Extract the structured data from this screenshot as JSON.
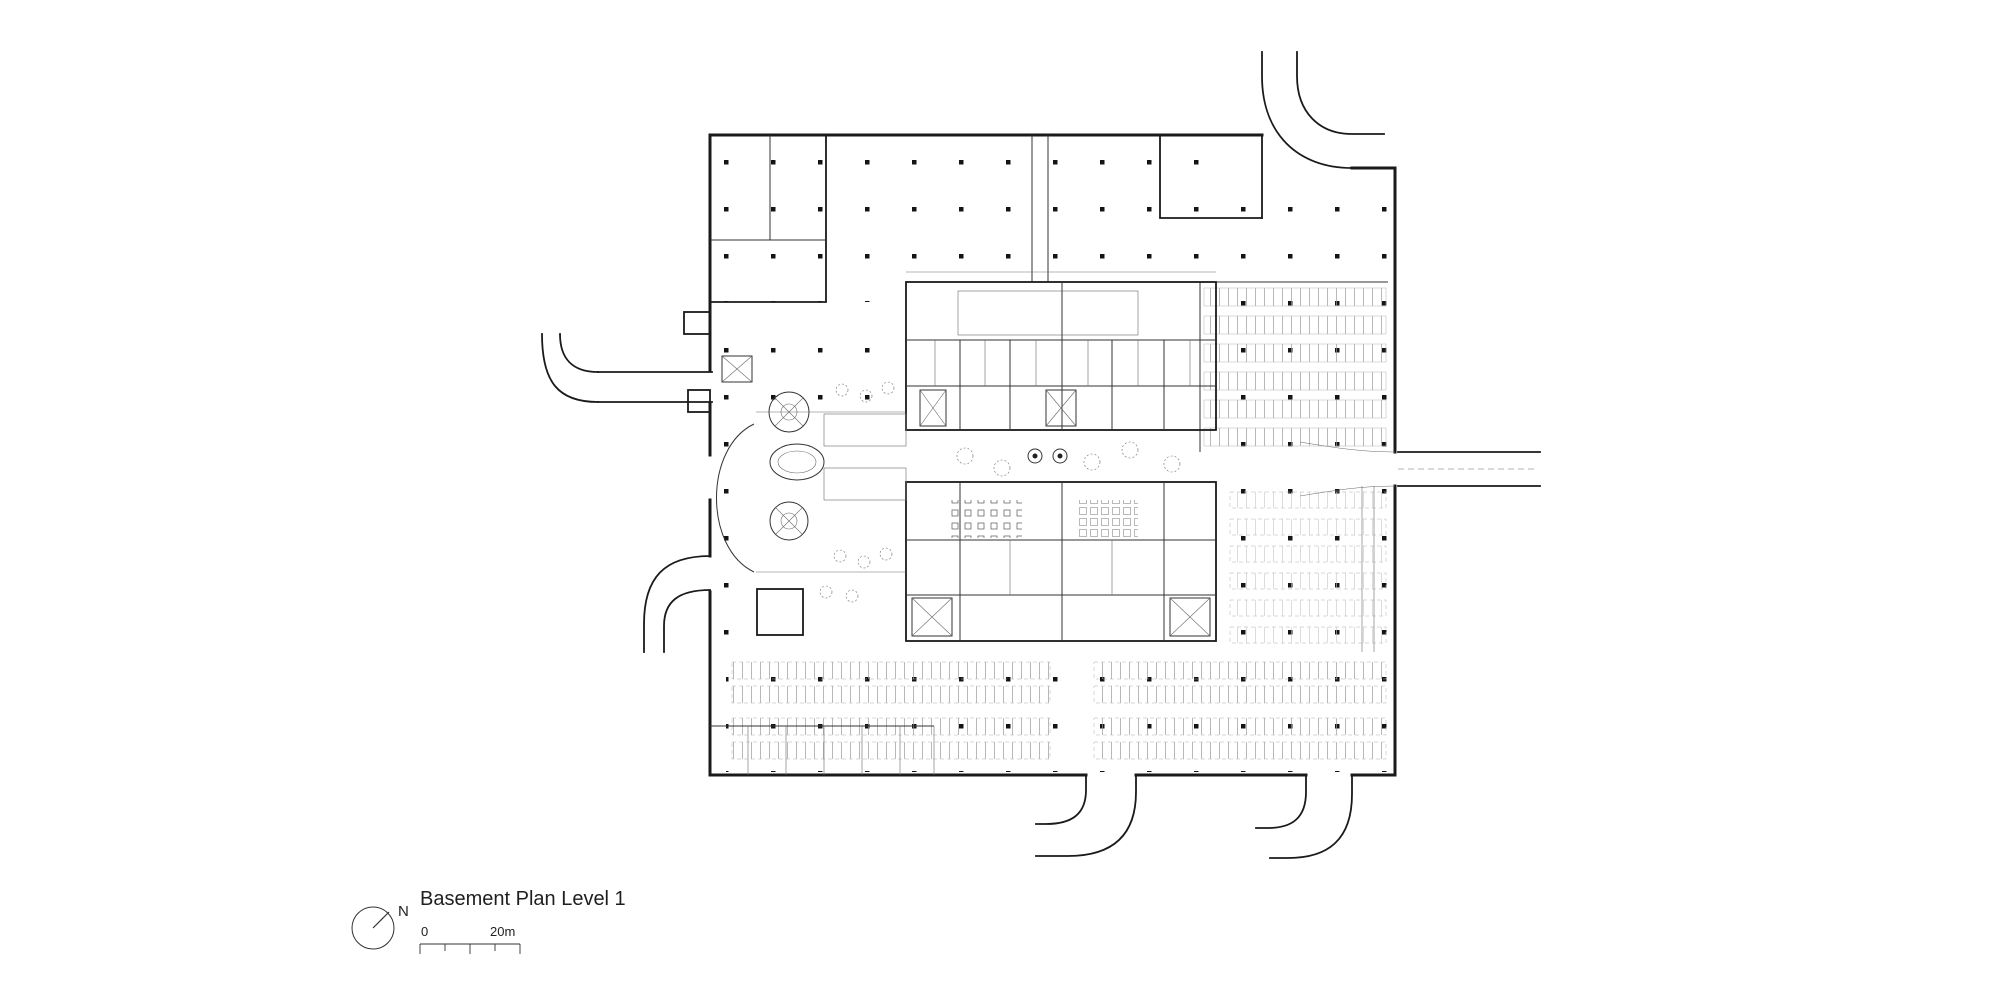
{
  "colors": {
    "background": "#ffffff",
    "line": "#1a1a1a"
  },
  "title_block": {
    "title": "Basement Plan Level 1",
    "north_label": "N",
    "scale_bar": {
      "zero_label": "0",
      "max_label": "20m"
    }
  }
}
